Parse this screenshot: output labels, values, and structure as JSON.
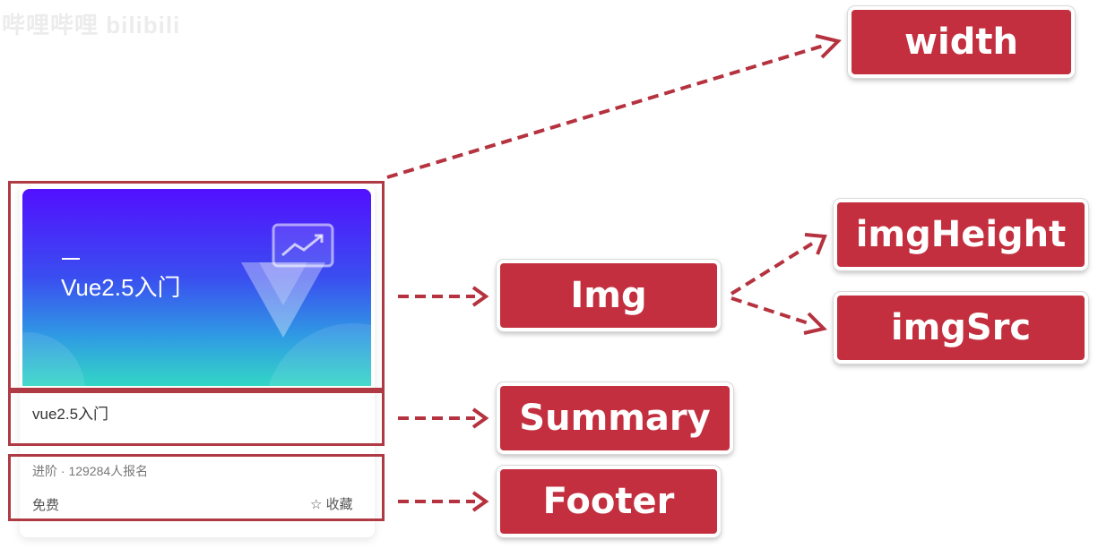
{
  "watermark": "哔哩哔哩 bilibili",
  "card": {
    "cover_title": "Vue2.5入门",
    "summary": "vue2.5入门",
    "level_info": "进阶 · 129284人报名",
    "price": "免费",
    "favorite": "☆ 收藏"
  },
  "labels": {
    "width": "width",
    "img": "Img",
    "img_height": "imgHeight",
    "img_src": "imgSrc",
    "summary": "Summary",
    "footer": "Footer"
  },
  "colors": {
    "label_fill": "#c32f3e",
    "outline": "#b03a43",
    "arrow": "#b5323f"
  }
}
